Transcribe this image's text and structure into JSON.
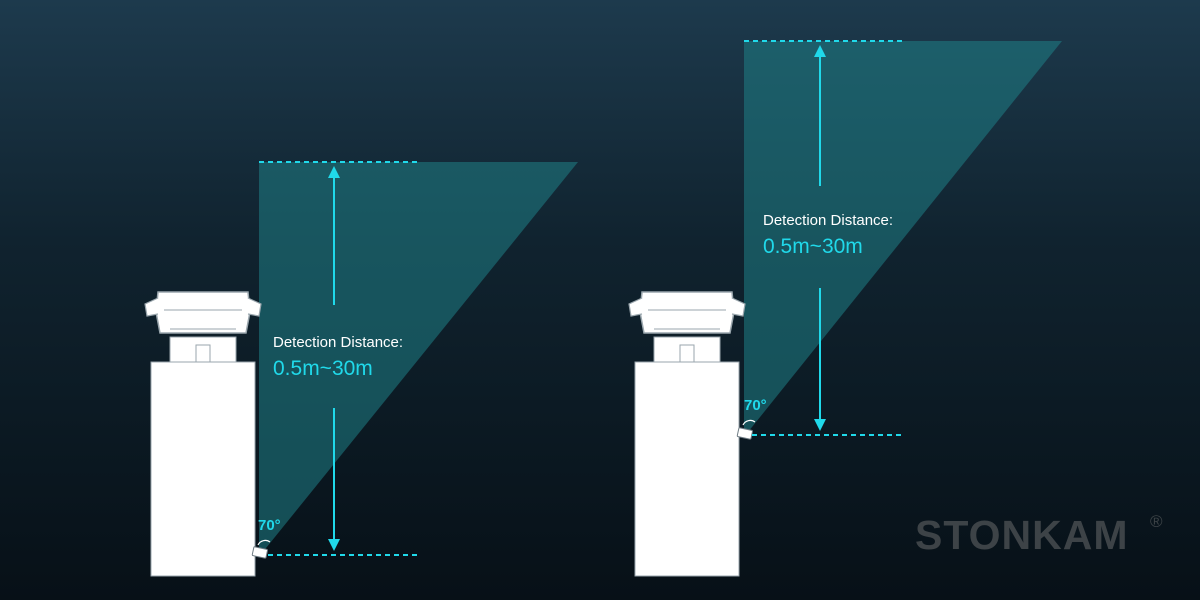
{
  "colors": {
    "accent": "#20d9ea",
    "beam_fill": "#1f7f86",
    "vehicle_fill": "#ffffff",
    "vehicle_stroke": "#9aa6ad",
    "brand_text": "#3d4347"
  },
  "scenes": [
    {
      "sensor_position": "bottom of vehicle body",
      "angle_label": "70°",
      "distance_label": "Detection Distance:",
      "distance_value": "0.5m~30m"
    },
    {
      "sensor_position": "rear of vehicle body, elevated",
      "angle_label": "70°",
      "distance_label": "Detection Distance:",
      "distance_value": "0.5m~30m"
    }
  ],
  "brand": {
    "name": "STONKAM",
    "mark": "®"
  }
}
